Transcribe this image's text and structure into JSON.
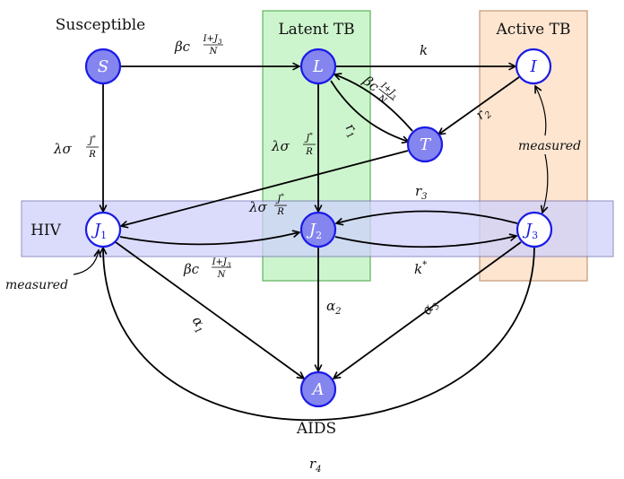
{
  "regions": {
    "susceptible": "Susceptible",
    "latent": "Latent TB",
    "active": "Active TB",
    "hiv": "HIV",
    "aids": "AIDS"
  },
  "nodes": {
    "S": {
      "label": "S",
      "sub": ""
    },
    "L": {
      "label": "L",
      "sub": ""
    },
    "I": {
      "label": "I",
      "sub": ""
    },
    "T": {
      "label": "T",
      "sub": ""
    },
    "J1": {
      "label": "J",
      "sub": "1"
    },
    "J2": {
      "label": "J",
      "sub": "2"
    },
    "J3": {
      "label": "J",
      "sub": "3"
    },
    "A": {
      "label": "A",
      "sub": ""
    }
  },
  "edge_labels": {
    "force_prefix": "βc",
    "force_num": "I+J",
    "force_num_sub": "3",
    "force_den": "N",
    "k": "k",
    "k_star": "k",
    "k_star_sup": "*",
    "r1": "r",
    "r1_sub": "1",
    "r2": "r",
    "r2_sub": "2",
    "r3": "r",
    "r3_sub": "3",
    "r4": "r",
    "r4_sub": "4",
    "alpha1": "α",
    "alpha1_sub": "1",
    "alpha2": "α",
    "alpha2_sub": "2",
    "alpha3": "α",
    "alpha3_sub": "3",
    "hiv_prefix": "λσ",
    "hiv_num": "J",
    "hiv_num_sup": "*",
    "hiv_den": "R"
  },
  "notes": {
    "measured_left": "measured",
    "measured_right": "measured"
  },
  "colors": {
    "latent_fill": "#c8f5c8",
    "latent_stroke": "#2e9a2e",
    "active_fill": "#fde3cc",
    "active_stroke": "#b07a50",
    "hiv_fill": "#d4d6fb",
    "hiv_stroke": "#6a6ab0",
    "node_stroke": "#1a1ae6",
    "node_filled": "#8585f0",
    "node_hollow": "#ffffff"
  }
}
